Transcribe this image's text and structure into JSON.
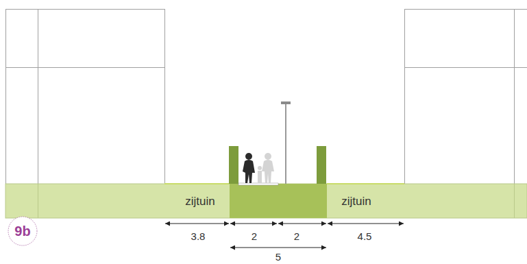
{
  "diagram": {
    "nodes": [
      {
        "text": [
          "9b"
        ]
      }
    ],
    "labels": [
      "zijtuin",
      "zijtuin",
      "3.8",
      "2",
      "2",
      "4.5",
      "5"
    ]
  }
}
